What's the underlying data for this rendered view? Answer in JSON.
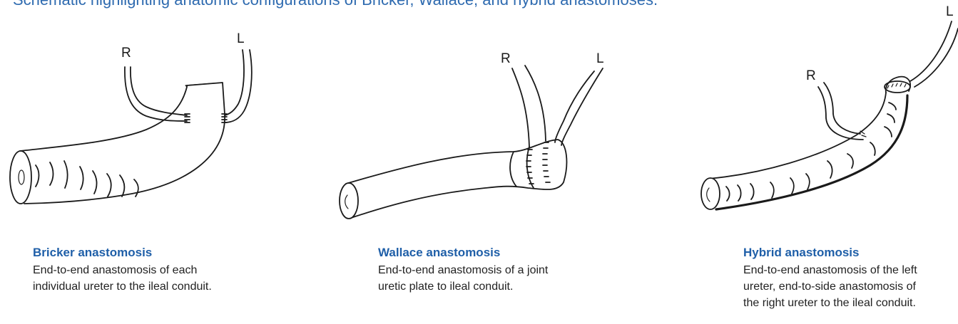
{
  "title": "Schematic highlighting anatomic configurations of Bricker, Wallace, and hybrid anastomoses.",
  "panels": [
    {
      "label_right": "R",
      "label_left": "L",
      "heading": "Bricker anastomosis",
      "line1": "End-to-end anastomosis of each",
      "line2": "individual ureter to the ileal conduit."
    },
    {
      "label_right": "R",
      "label_left": "L",
      "heading": "Wallace anastomosis",
      "line1": "End-to-end anastomosis of a joint",
      "line2": "uretic plate to ileal conduit."
    },
    {
      "label_right": "R",
      "label_left": "L",
      "heading": "Hybrid anastomosis",
      "line1": "End-to-end anastomosis of the left",
      "line2": "ureter, end-to-side anastomosis of",
      "line3": "the right ureter to the ileal conduit."
    }
  ]
}
